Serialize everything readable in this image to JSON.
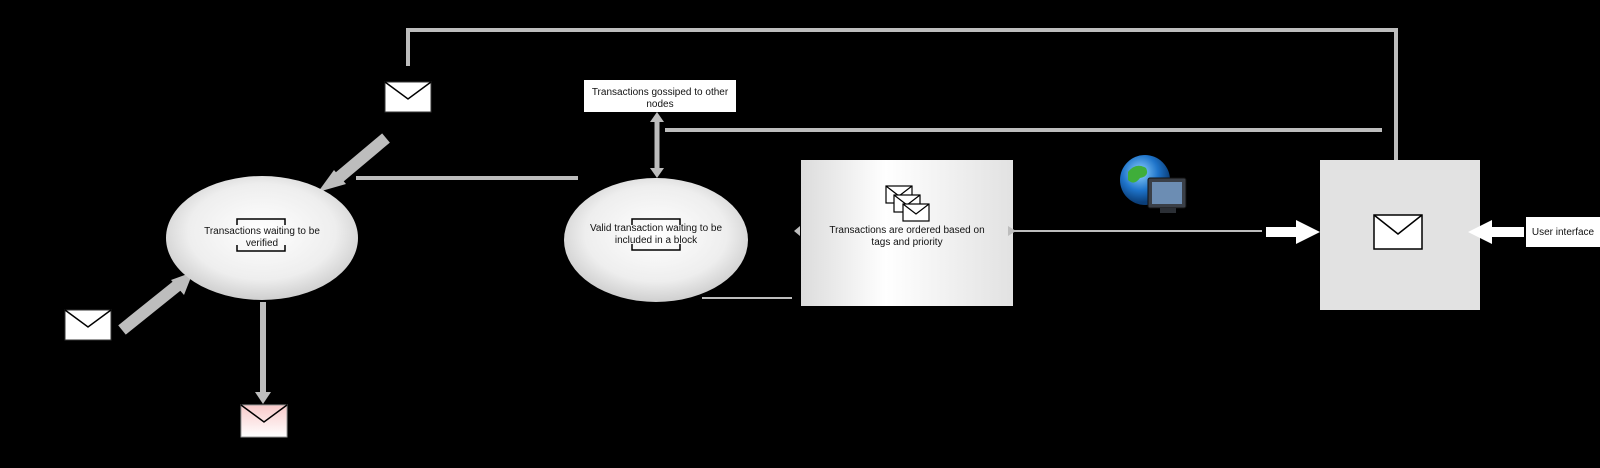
{
  "diagram": {
    "nodes": {
      "pool_unverified": {
        "label": "Transactions waiting to be verified"
      },
      "pool_valid": {
        "label": "Valid transaction waiting to be included in a block"
      },
      "ordering": {
        "label": "Transactions are ordered based on tags and priority"
      },
      "gossip": {
        "label": "Transactions gossiped to other nodes"
      },
      "user_interface": {
        "label": "User interface"
      }
    },
    "icons": [
      "envelope-icon",
      "rejected-envelope-icon",
      "stacked-envelopes-icon",
      "globe-computer-icon",
      "bracket-icon"
    ],
    "colors": {
      "background": "#000000",
      "node_fill": "#eeeeee",
      "arrow": "#bdbdbd",
      "rejected": "#f6c6c6"
    }
  }
}
